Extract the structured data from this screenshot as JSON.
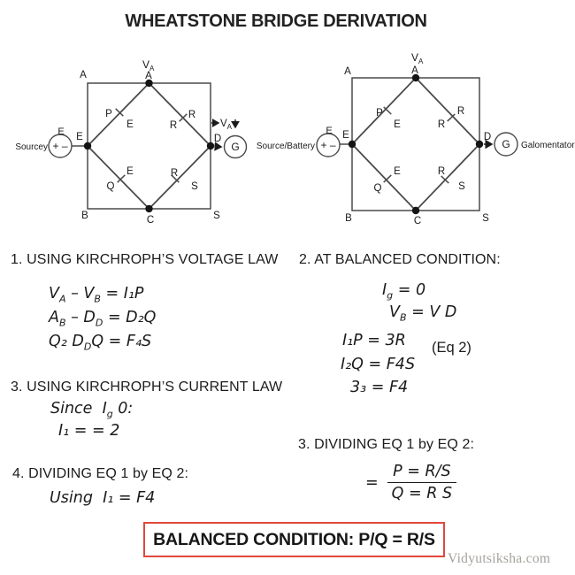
{
  "page": {
    "title": "WHEATSTONE BRIDGE DERIVATION",
    "watermark": "Vidyutsiksha.com"
  },
  "bridge_left": {
    "source_label": "Sourcey",
    "source_polarity": "+ –",
    "e_above_source": "E",
    "e_node": "E",
    "corner_a": "A",
    "corner_b": "B",
    "corner_s": "S",
    "v_top_base": "V",
    "v_top_sub": "A",
    "node_top": "A",
    "node_bottom": "C",
    "node_d": "D",
    "meter_g": "G",
    "arrow_label_base": "V",
    "arrow_label_sub": "A",
    "res_p": "P",
    "res_p_tag": "E",
    "res_r": "R",
    "res_r_tag": "R",
    "res_q": "Q",
    "res_q_tag": "E",
    "res_s": "S",
    "res_s_tag": "R"
  },
  "bridge_right": {
    "source_label": "Source/Battery",
    "meter_label": "Galomentator",
    "source_polarity": "+ –",
    "e_above_source": "E",
    "e_node": "E",
    "corner_a": "A",
    "corner_b": "B",
    "corner_s": "S",
    "v_top_base": "V",
    "v_top_sub": "A",
    "node_top": "A",
    "node_bottom": "C",
    "node_d": "D",
    "meter_g": "G",
    "res_p": "P",
    "res_p_tag": "E",
    "res_r": "R",
    "res_r_tag": "R",
    "res_q": "Q",
    "res_q_tag": "E",
    "res_s": "S",
    "res_s_tag": "R"
  },
  "sections": {
    "s1": {
      "heading": "1. USING KIRCHROPH’S VOLTAGE LAW",
      "eq1": {
        "t1": "V",
        "s1": "A",
        "t2": " – V",
        "s2": "B",
        "t3": " = I₁P"
      },
      "eq2": {
        "t1": "A",
        "s1": "B",
        "t2": " – D",
        "s2": "D",
        "t3": " = D₂Q"
      },
      "eq3": {
        "t1": "Q₂ D",
        "s1": "D",
        "t2": "Q = F₄S"
      }
    },
    "s2": {
      "heading": "2. AT BALANCED CONDITION:",
      "eq1": {
        "t1": "I",
        "s1": "g",
        "t2": " = 0"
      },
      "eq2": {
        "t1": "V",
        "s1": "B",
        "t2": " = V D"
      },
      "eq3": "I₁P = 3R",
      "eq_tag": "(Eq 2)",
      "eq4": "I₂Q = F4S",
      "eq5": "3₃ = F4"
    },
    "s3": {
      "heading": "3. USING KIRCHROPH’S CURRENT LAW",
      "line1": {
        "t1": "Since  I",
        "s1": "g",
        "t2": " 0:"
      },
      "line2": "I₁ = = 2"
    },
    "s4": {
      "heading": "4. DIVIDING EQ 1 by EQ 2:",
      "line1": "Using  I₁ = F4"
    },
    "s5": {
      "heading": "3. DIVIDING EQ 1 by EQ 2:",
      "equals": "=",
      "numerator": "P = R/S",
      "denominator": "Q = R S"
    }
  },
  "footer": {
    "box_text": "BALANCED CONDITION: P/Q = R/S"
  }
}
